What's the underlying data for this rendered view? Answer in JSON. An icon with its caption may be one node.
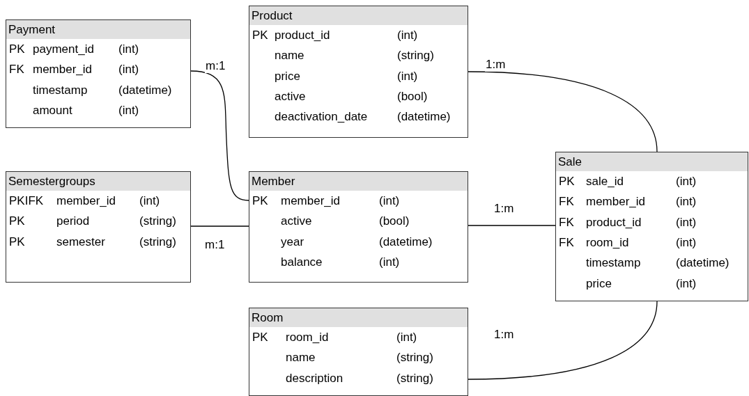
{
  "diagram": {
    "nodes": [
      {
        "text": [
          "Payment",
          "PK",
          "payment_id",
          "(int)",
          "FK",
          "member_id",
          "(int)",
          "timestamp",
          "(datetime)",
          "amount",
          "(int)"
        ]
      },
      {
        "text": [
          "Product",
          "PK",
          "product_id",
          "(int)",
          "name",
          "(string)",
          "price",
          "(int)",
          "active",
          "(bool)",
          "deactivation_date",
          "(datetime)"
        ]
      },
      {
        "text": [
          "Semestergroups",
          "PKIFK",
          "member_id",
          "(int)",
          "PK",
          "period",
          "(string)",
          "PK",
          "semester",
          "(string)"
        ]
      },
      {
        "text": [
          "Member",
          "PK",
          "member_id",
          "(int)",
          "active",
          "(bool)",
          "year",
          "(datetime)",
          "balance",
          "(int)"
        ]
      },
      {
        "text": [
          "Sale",
          "PK",
          "sale_id",
          "(int)",
          "FK",
          "member_id",
          "(int)",
          "FK",
          "product_id",
          "(int)",
          "FK",
          "room_id",
          "(int)",
          "timestamp",
          "(datetime)",
          "price",
          "(int)"
        ]
      },
      {
        "text": [
          "Room",
          "PK",
          "room_id",
          "(int)",
          "name",
          "(string)",
          "description",
          "(string)"
        ]
      }
    ],
    "edges": [
      {
        "from": 0,
        "to": 3,
        "arrow": "none",
        "label": "m:1"
      },
      {
        "from": 1,
        "to": 4,
        "arrow": "none",
        "label": "1:m"
      },
      {
        "from": 2,
        "to": 3,
        "arrow": "none",
        "label": "m:1"
      },
      {
        "from": 3,
        "to": 4,
        "arrow": "none",
        "label": "1:m"
      },
      {
        "from": 4,
        "to": 5,
        "arrow": "none",
        "label": "1:m"
      }
    ]
  }
}
